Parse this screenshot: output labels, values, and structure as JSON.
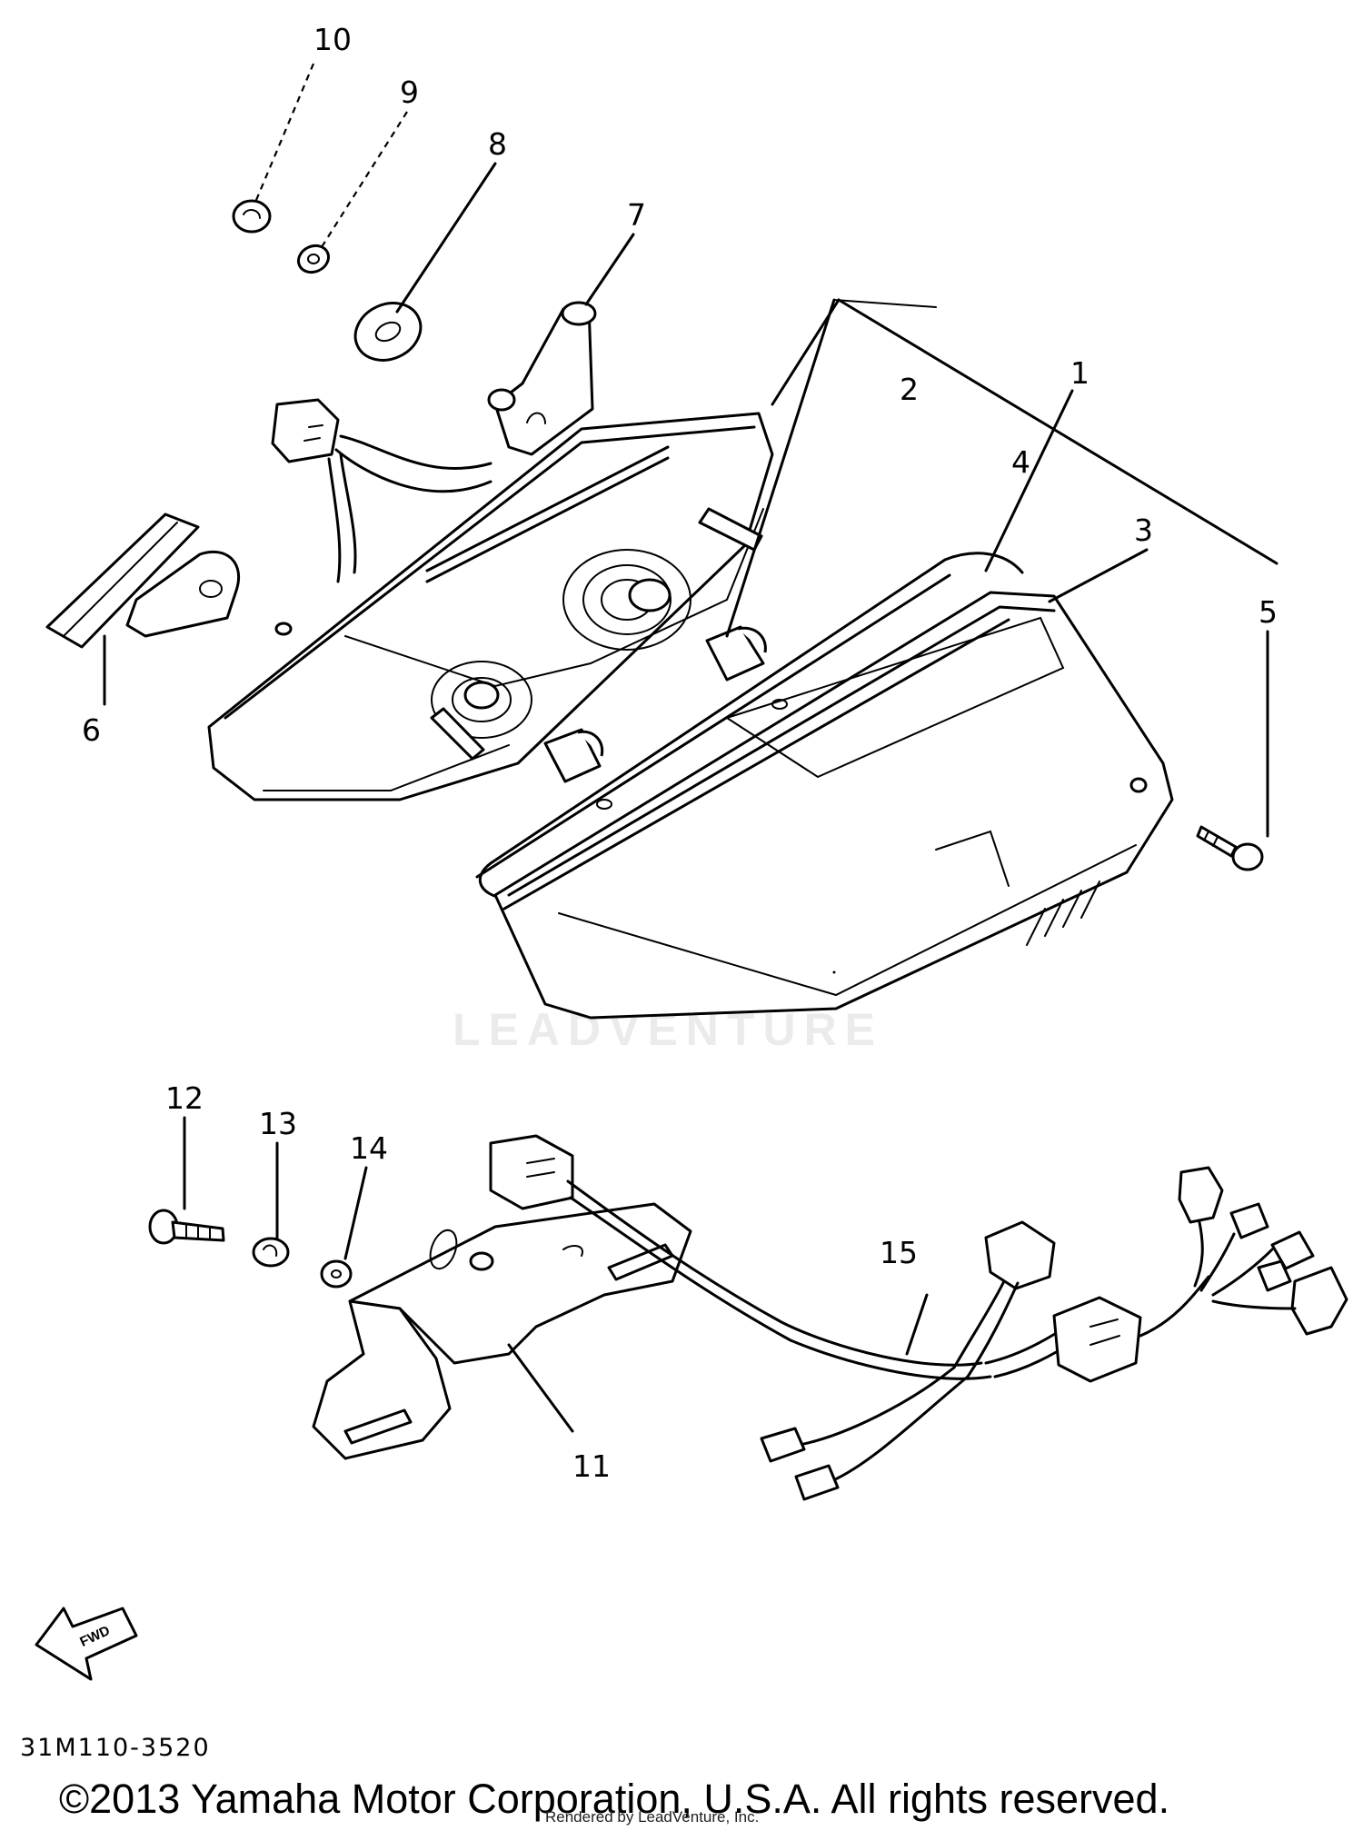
{
  "diagram": {
    "callouts": [
      {
        "id": "1",
        "text": "1"
      },
      {
        "id": "2",
        "text": "2"
      },
      {
        "id": "3",
        "text": "3"
      },
      {
        "id": "4",
        "text": "4"
      },
      {
        "id": "5",
        "text": "5"
      },
      {
        "id": "6",
        "text": "6"
      },
      {
        "id": "7",
        "text": "7"
      },
      {
        "id": "8",
        "text": "8"
      },
      {
        "id": "9",
        "text": "9"
      },
      {
        "id": "10",
        "text": "10"
      },
      {
        "id": "11",
        "text": "11"
      },
      {
        "id": "12",
        "text": "12"
      },
      {
        "id": "13",
        "text": "13"
      },
      {
        "id": "14",
        "text": "14"
      },
      {
        "id": "15",
        "text": "15"
      }
    ],
    "fwd_arrow_label": "FWD",
    "part_code": "31M110-3520",
    "watermark": "LEADVENTURE",
    "copyright": "©2013 Yamaha Motor Corporation, U.S.A. All rights reserved.",
    "rendered_by": "Rendered by LeadVenture, Inc."
  },
  "colors": {
    "line": "#000000",
    "background": "#ffffff",
    "watermark": "#ebebeb"
  },
  "icons": [
    "fwd-arrow-icon",
    "leadventure-logo-icon"
  ]
}
